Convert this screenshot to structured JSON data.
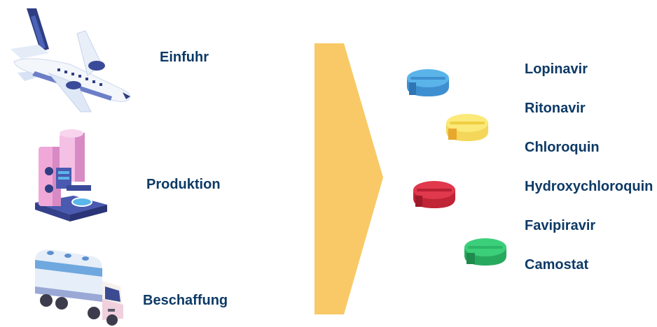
{
  "sources": [
    {
      "label": "Einfuhr",
      "icon": "airplane-icon"
    },
    {
      "label": "Produktion",
      "icon": "microscope-icon"
    },
    {
      "label": "Beschaffung",
      "icon": "tanker-truck-icon"
    }
  ],
  "drugs": [
    "Lopinavir",
    "Ritonavir",
    "Chloroquin",
    "Hydroxychloroquin",
    "Favipiravir",
    "Camostat"
  ],
  "pills": [
    {
      "name": "blue-pill-icon",
      "color": "#5ab4ea"
    },
    {
      "name": "yellow-pill-icon",
      "color": "#fbe97a"
    },
    {
      "name": "red-pill-icon",
      "color": "#e0384c"
    },
    {
      "name": "green-pill-icon",
      "color": "#3ccf7a"
    }
  ],
  "colors": {
    "text": "#0d3a66",
    "arrow": "#f8c966"
  }
}
